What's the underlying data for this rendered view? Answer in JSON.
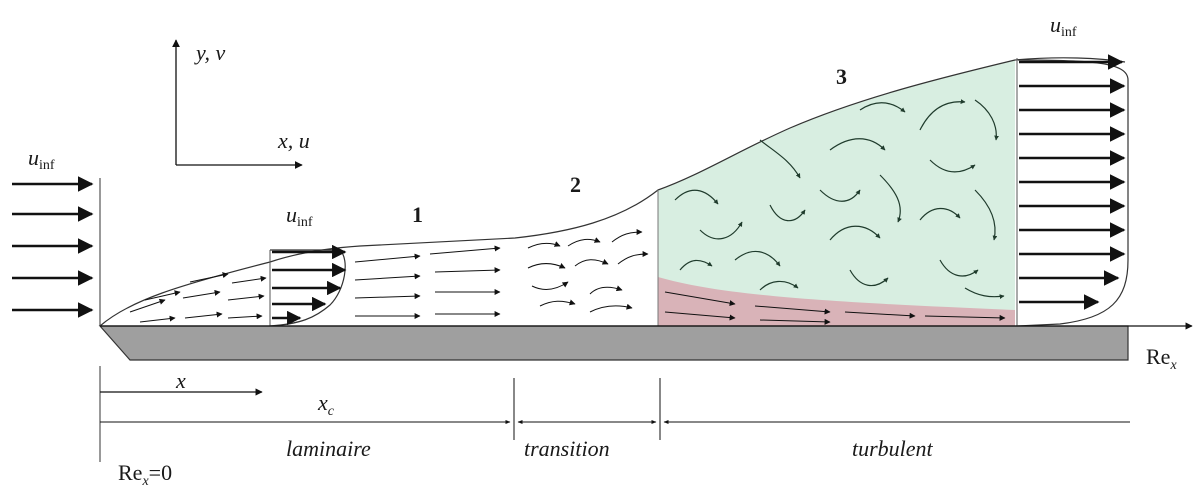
{
  "labels": {
    "u_inf_left": "u",
    "u_inf_left_sub": "inf",
    "u_inf_mid": "u",
    "u_inf_mid_sub": "inf",
    "u_inf_right": "u",
    "u_inf_right_sub": "inf",
    "axis_y": "y, v",
    "axis_x": "x, u",
    "zone_1": "1",
    "zone_2": "2",
    "zone_3": "3",
    "re_x_axis": "Re",
    "re_x_axis_sub": "x",
    "x_label": "x",
    "x_c_label": "x",
    "x_c_sub": "c",
    "re_zero": "Re",
    "re_zero_sub": "x",
    "re_zero_value": "=0"
  },
  "regions": {
    "laminar": "laminaire",
    "transition": "transition",
    "turbulent": "turbulent"
  },
  "colors": {
    "turbulent_core": "#d8eee1",
    "viscous_sublayer": "#d9b3b8",
    "plate": "#9f9f9f",
    "ink": "#1a1a1a",
    "arrow_fill": "#1f3b2c"
  }
}
